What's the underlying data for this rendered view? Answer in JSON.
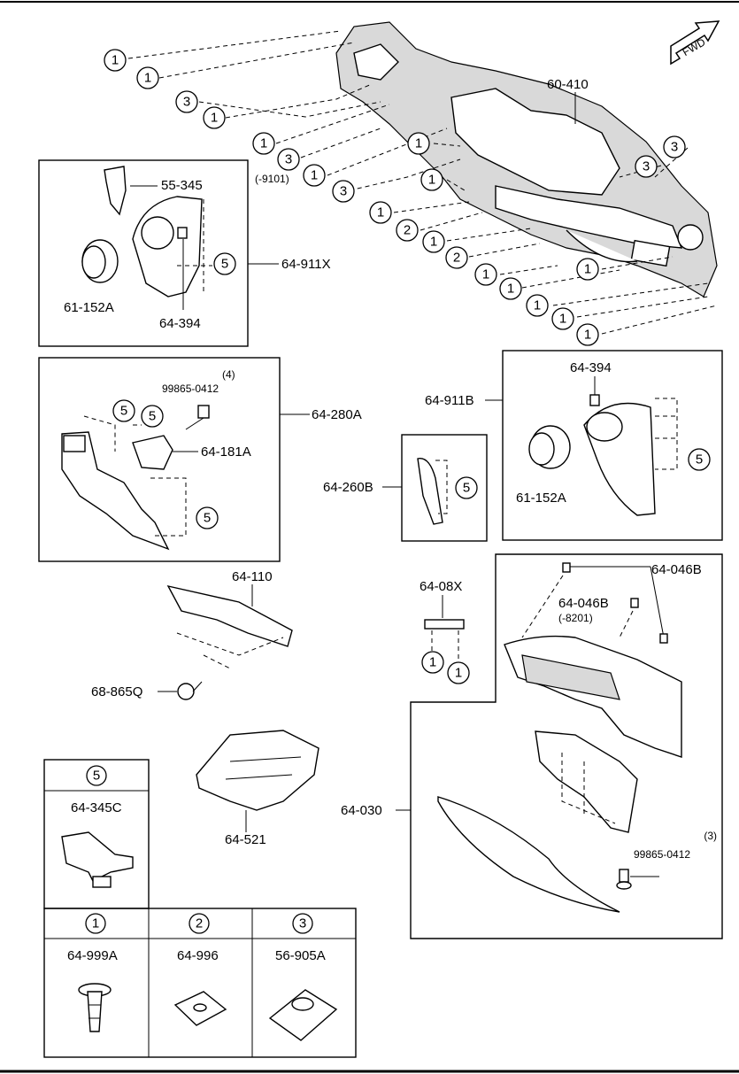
{
  "fwd": "FWD",
  "parts": {
    "p60410": "60-410",
    "p9101": "(-9101)",
    "p55345": "55-345",
    "p64911X": "64-911X",
    "p61152A_a": "61-152A",
    "p64394_a": "64-394",
    "p64280A": "64-280A",
    "p99865_a": "99865-0412",
    "p99865_a_qty": "(4)",
    "p64181A": "64-181A",
    "p64911B": "64-911B",
    "p64394_b": "64-394",
    "p61152A_b": "61-152A",
    "p64260B": "64-260B",
    "p64110": "64-110",
    "p68865Q": "68-865Q",
    "p6408X": "64-08X",
    "p64046B_a": "64-046B",
    "p64046B_b": "64-046B",
    "p8201": "(-8201)",
    "p64030": "64-030",
    "p99865_b": "99865-0412",
    "p99865_b_qty": "(3)",
    "p64521": "64-521"
  },
  "legend": {
    "k5": "5",
    "k5_part": "64-345C",
    "k1": "1",
    "k1_part": "64-999A",
    "k2": "2",
    "k2_part": "64-996",
    "k3": "3",
    "k3_part": "56-905A"
  },
  "callouts": {
    "one": "1",
    "two": "2",
    "three": "3",
    "five": "5"
  }
}
